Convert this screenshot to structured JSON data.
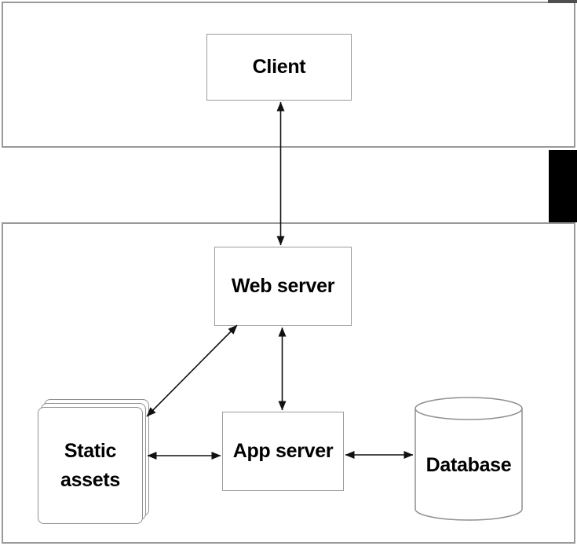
{
  "diagram": {
    "type": "architecture-diagram",
    "nodes": {
      "client": {
        "label": "Client",
        "shape": "rectangle"
      },
      "web_server": {
        "label": "Web server",
        "shape": "rectangle"
      },
      "app_server": {
        "label": "App server",
        "shape": "rectangle"
      },
      "static_assets": {
        "label": "Static assets",
        "line1": "Static",
        "line2": "assets",
        "shape": "document-stack"
      },
      "database": {
        "label": "Database",
        "shape": "cylinder"
      }
    },
    "edges": [
      {
        "from": "client",
        "to": "web_server",
        "direction": "bidirectional"
      },
      {
        "from": "web_server",
        "to": "app_server",
        "direction": "bidirectional"
      },
      {
        "from": "web_server",
        "to": "static_assets",
        "direction": "bidirectional"
      },
      {
        "from": "static_assets",
        "to": "app_server",
        "direction": "bidirectional"
      },
      {
        "from": "app_server",
        "to": "database",
        "direction": "bidirectional"
      }
    ],
    "containers": [
      {
        "name": "top-band",
        "contains": [
          "client"
        ]
      },
      {
        "name": "bottom-band",
        "contains": [
          "web_server",
          "app_server",
          "static_assets",
          "database"
        ]
      }
    ],
    "colors": {
      "background": "#ffffff",
      "container_border": "#999999",
      "node_border": "#9b9b9b",
      "stack_border": "#8f8f8f",
      "arrow": "#111111",
      "text": "#000000",
      "black_block": "#000000"
    }
  }
}
